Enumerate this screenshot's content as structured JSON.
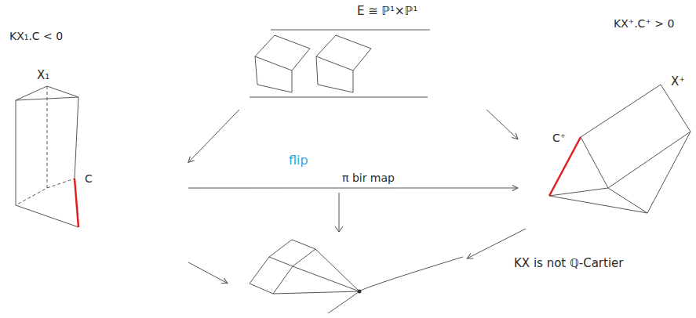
{
  "diagram": {
    "nodes": [
      {
        "text": [
          "E ≅ ℙ¹×ℙ¹"
        ]
      },
      {
        "text": [
          "X₁"
        ]
      },
      {
        "text": [
          "X⁺"
        ]
      },
      {
        "text": [
          "KX is not ℚ-Cartier"
        ]
      }
    ],
    "edges": [
      {
        "from": 0,
        "to": 1,
        "arrow": "to"
      },
      {
        "from": 0,
        "to": 2,
        "arrow": "to"
      },
      {
        "from": 1,
        "to": 2,
        "arrow": "to",
        "label": "flip"
      },
      {
        "from": 1,
        "to": 3,
        "arrow": "to"
      },
      {
        "from": 2,
        "to": 3,
        "arrow": "to"
      }
    ],
    "labels": [
      "KX₁.C < 0",
      "C",
      "KX⁺.C⁺ > 0",
      "C⁺",
      "π bir map"
    ]
  }
}
